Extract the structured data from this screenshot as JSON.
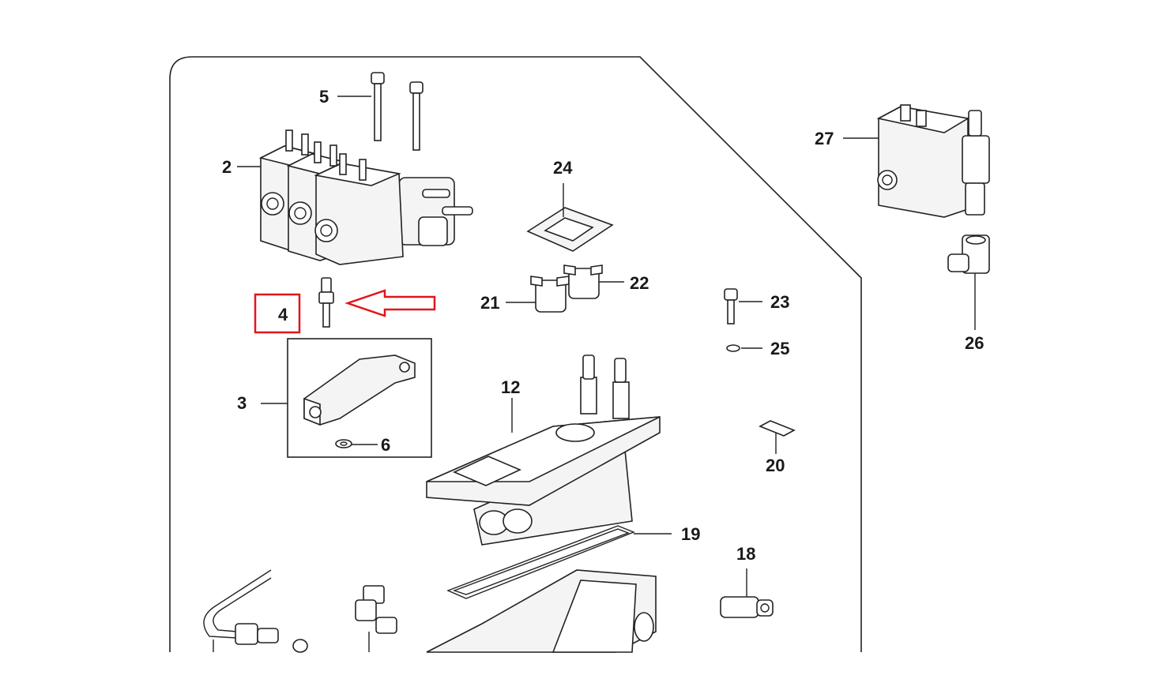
{
  "diagram": {
    "labels": {
      "p2": "2",
      "p3": "3",
      "p4": "4",
      "p5": "5",
      "p6": "6",
      "p12": "12",
      "p18": "18",
      "p19": "19",
      "p20": "20",
      "p21": "21",
      "p22": "22",
      "p23": "23",
      "p24": "24",
      "p25": "25",
      "p26": "26",
      "p27": "27"
    },
    "highlight": {
      "part": "4",
      "color": "#e0161b"
    },
    "colors": {
      "line": "#222222",
      "fill": "#f4f4f4"
    }
  }
}
